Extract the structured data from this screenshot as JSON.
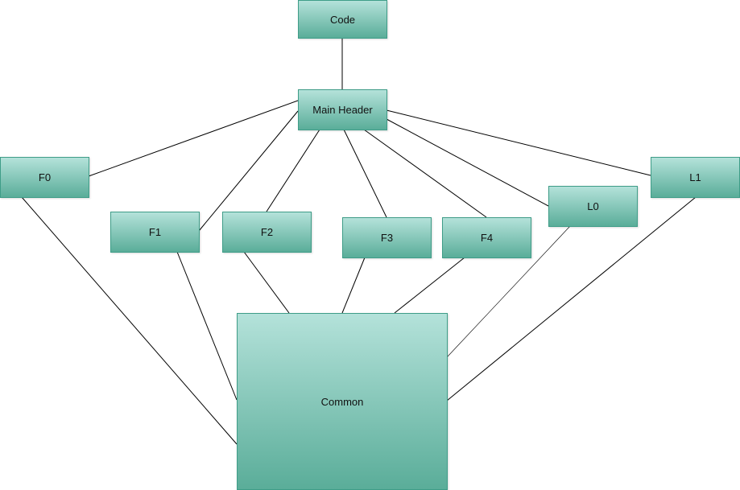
{
  "nodes": {
    "code": "Code",
    "main_header": "Main Header",
    "f0": "F0",
    "f1": "F1",
    "f2": "F2",
    "f3": "F3",
    "f4": "F4",
    "l0": "L0",
    "l1": "L1",
    "common": "Common"
  },
  "edges": [
    [
      "code",
      "main_header"
    ],
    [
      "main_header",
      "f0"
    ],
    [
      "main_header",
      "f1"
    ],
    [
      "main_header",
      "f2"
    ],
    [
      "main_header",
      "f3"
    ],
    [
      "main_header",
      "f4"
    ],
    [
      "main_header",
      "l0"
    ],
    [
      "main_header",
      "l1"
    ],
    [
      "f0",
      "common"
    ],
    [
      "f1",
      "common"
    ],
    [
      "f2",
      "common"
    ],
    [
      "f3",
      "common"
    ],
    [
      "f4",
      "common"
    ],
    [
      "l0",
      "common"
    ],
    [
      "l1",
      "common"
    ]
  ]
}
